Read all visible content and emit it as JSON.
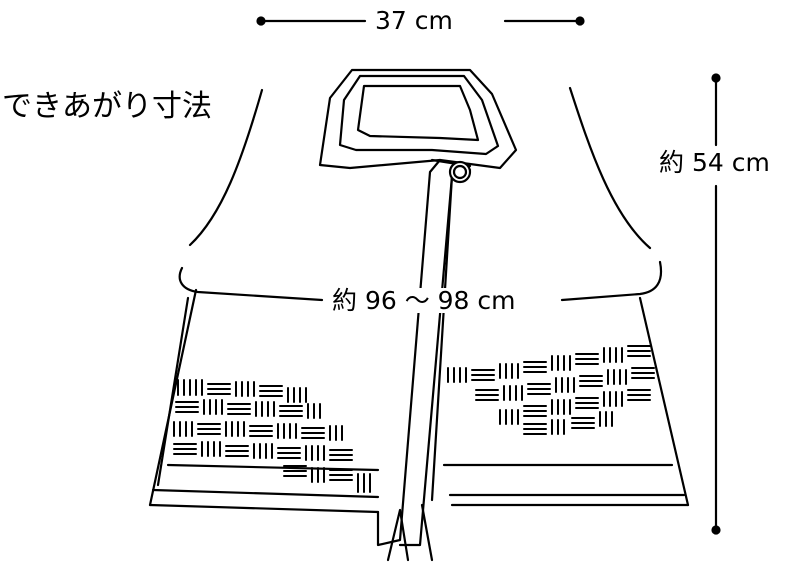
{
  "title": "できあがり寸法",
  "measurements": {
    "width_top": "37 cm",
    "chest": "約 96 ～ 98 cm",
    "length": "約 54 cm"
  },
  "colors": {
    "ink": "#000000",
    "paper": "#ffffff"
  },
  "icons": {
    "button": "button-icon",
    "pattern": "stripe-block-pattern"
  }
}
